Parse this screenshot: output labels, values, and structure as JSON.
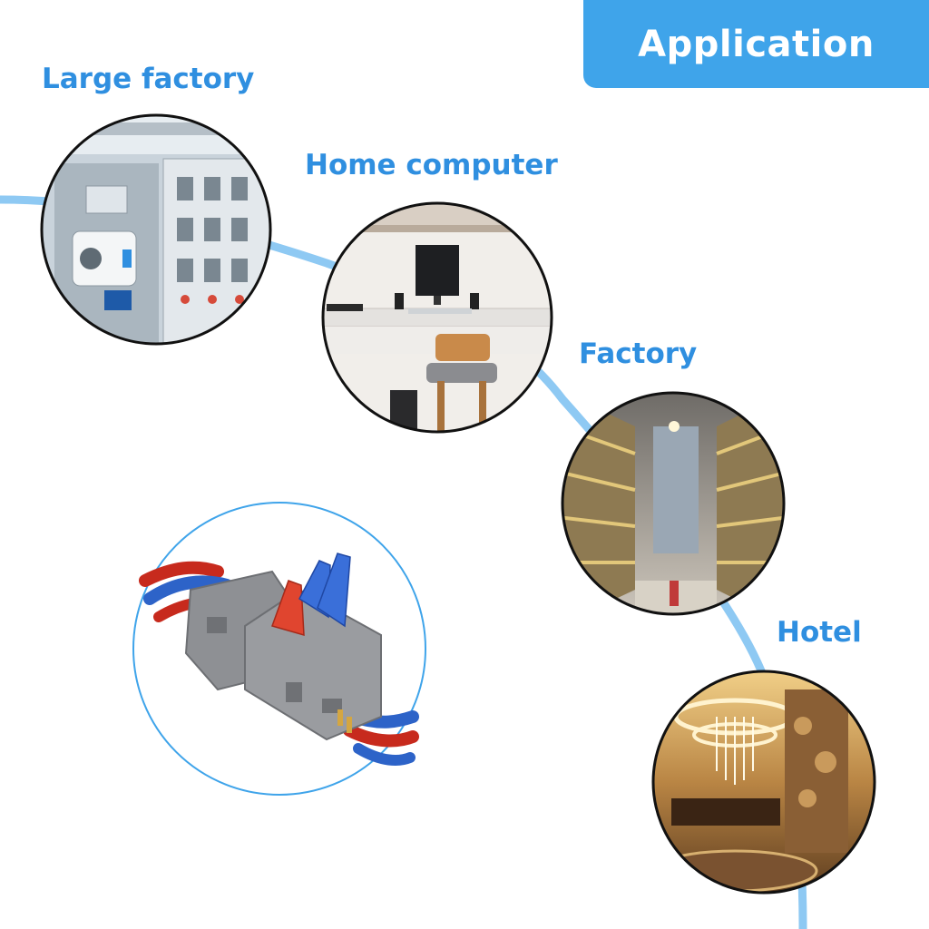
{
  "banner": {
    "title": "Application"
  },
  "applications": [
    {
      "label": "Large factory",
      "photo": "factory-control-panel"
    },
    {
      "label": "Home computer",
      "photo": "home-desk-computer"
    },
    {
      "label": "Factory",
      "photo": "warehouse-shelves"
    },
    {
      "label": "Hotel",
      "photo": "hotel-lobby-chandelier"
    }
  ],
  "product": {
    "photo": "wire-connector"
  },
  "colors": {
    "accent": "#3fa4ea",
    "label": "#2f8fe0",
    "curve": "#8ec9f3",
    "connector_gray": "#8e9094",
    "lever_blue": "#3a6fd9",
    "lever_red": "#e0452f"
  }
}
